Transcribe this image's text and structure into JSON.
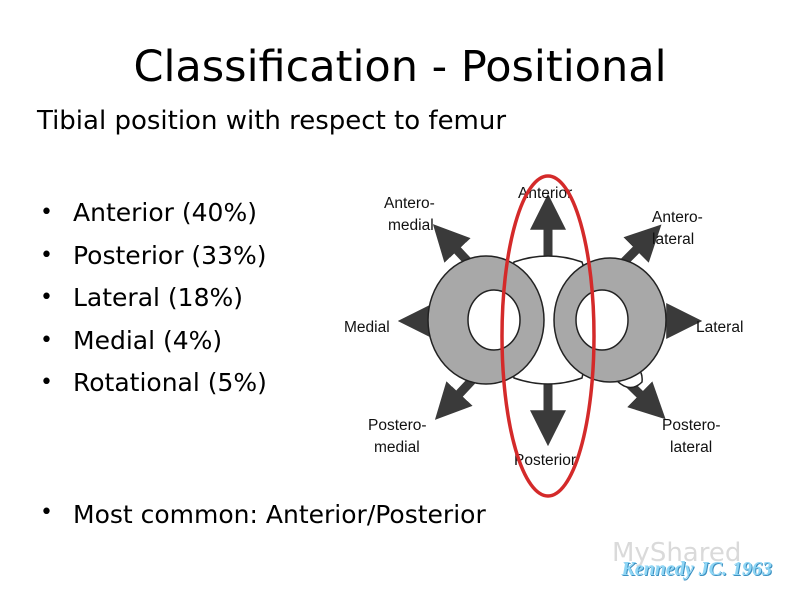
{
  "slide": {
    "title": "Classification - Positional",
    "subtitle": "Tibial position with respect to femur",
    "bullets": [
      "Anterior (40%)",
      "Posterior (33%)",
      "Lateral (18%)",
      "Medial (4%)",
      "Rotational (5%)"
    ],
    "summary": "Most common: Anterior/Posterior",
    "citation": "Kennedy JC. 1963",
    "watermark": "MyShared"
  },
  "diagram": {
    "labels": {
      "anterior": "Anterior",
      "posterior": "Posterior",
      "medial": "Medial",
      "lateral": "Lateral",
      "antero_medial_1": "Antero-",
      "antero_medial_2": "medial",
      "antero_lateral_1": "Antero-",
      "antero_lateral_2": "lateral",
      "postero_medial_1": "Postero-",
      "postero_medial_2": "medial",
      "postero_lateral_1": "Postero-",
      "postero_lateral_2": "lateral"
    },
    "highlight_color": "#d42a2a",
    "condyle_color": "#a8a8a8",
    "arrow_color": "#3a3a3a"
  }
}
